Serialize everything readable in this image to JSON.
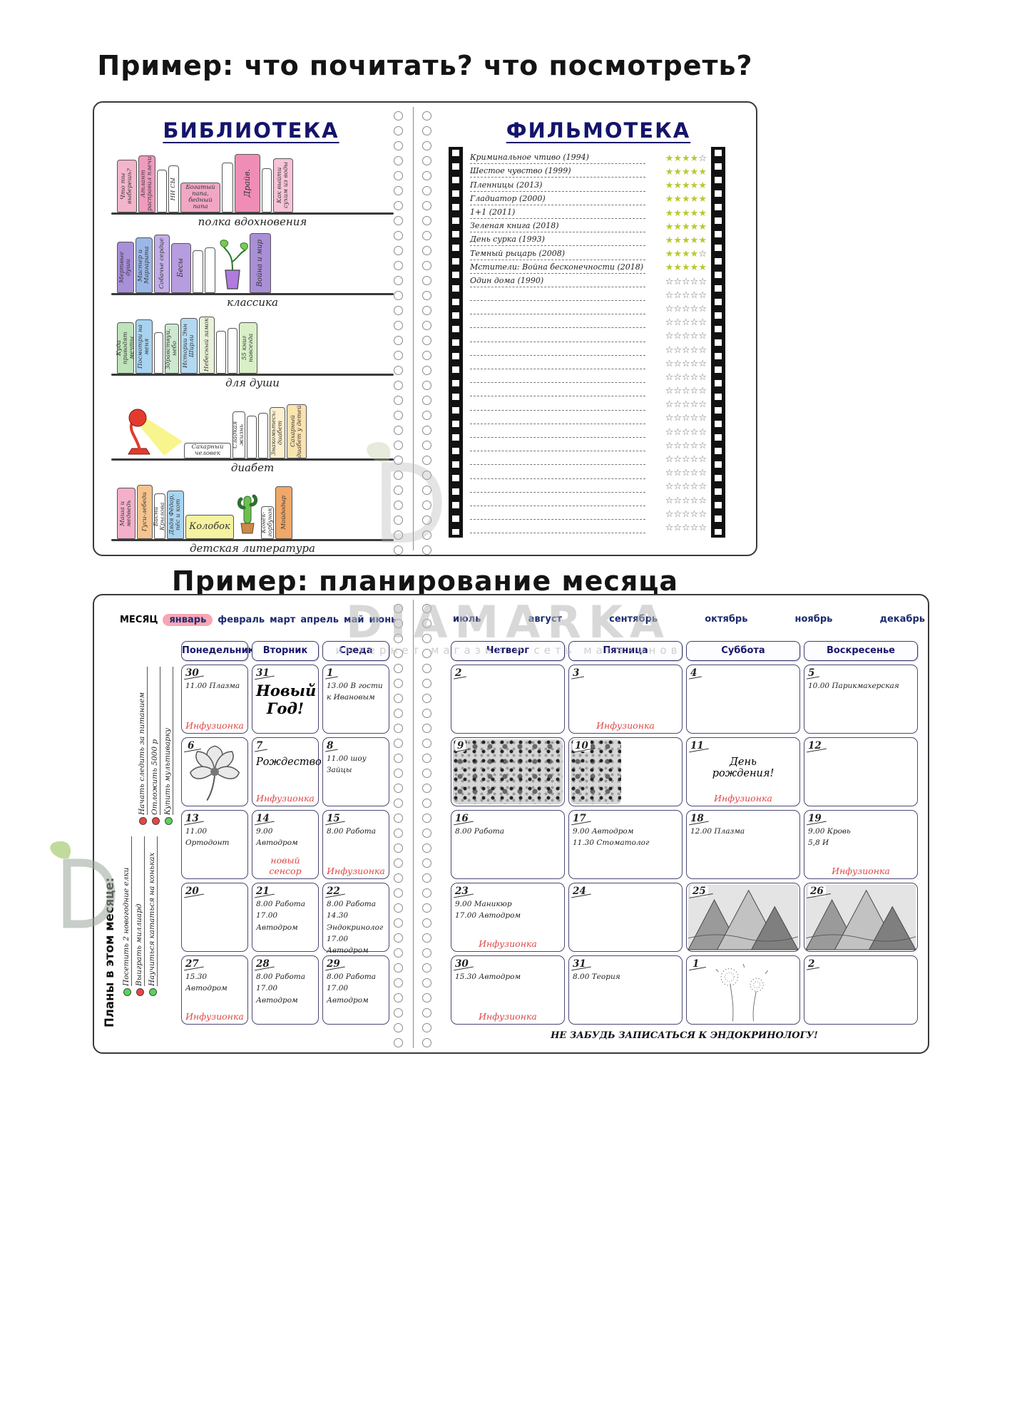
{
  "titles": {
    "reading": "Пример: что почитать? что посмотреть?",
    "planning": "Пример: планирование месяца"
  },
  "watermark": {
    "brand": "DIAMARKA",
    "caption": "интернет магазин и сеть магазинов"
  },
  "library": {
    "title": "БИБЛИОТЕКА",
    "shelves": [
      {
        "label": "полка вдохновения",
        "books": [
          {
            "t": "Что ты выберешь?",
            "c": "#f3b5cc",
            "w": 28,
            "h": 74
          },
          {
            "t": "Атлант расправил плечи",
            "c": "#ee9bbf",
            "w": 24,
            "h": 80
          },
          {
            "t": "",
            "c": "#ffffff",
            "w": 14,
            "h": 60
          },
          {
            "t": "НИ СЫ",
            "c": "#ffffff",
            "w": 15,
            "h": 66
          },
          {
            "t": "Богатый папа, бедный папа",
            "c": "#f1a6c4",
            "w": 56,
            "h": 42,
            "horizontal": true
          },
          {
            "t": "",
            "c": "#ffffff",
            "w": 16,
            "h": 70
          },
          {
            "t": "Драйв.",
            "c": "#ef8db6",
            "w": 36,
            "h": 82,
            "fs": 11
          },
          {
            "t": "",
            "c": "#ffffff",
            "w": 14,
            "h": 62
          },
          {
            "t": "Как выйти сухим из воды",
            "c": "#f6c3d8",
            "w": 28,
            "h": 76
          }
        ]
      },
      {
        "label": "классика",
        "books": [
          {
            "t": "Мертвые души",
            "c": "#a88fd8",
            "w": 24,
            "h": 72
          },
          {
            "t": "Мастер и Маргарита",
            "c": "#9bb7e8",
            "w": 24,
            "h": 78
          },
          {
            "t": "Собачье сердце",
            "c": "#c3aee8",
            "w": 22,
            "h": 82
          },
          {
            "t": "Бесы",
            "c": "#b79de0",
            "w": 28,
            "h": 70,
            "fs": 10
          },
          {
            "t": "",
            "c": "#ffffff",
            "w": 15,
            "h": 60
          },
          {
            "t": "",
            "c": "#ffffff",
            "w": 15,
            "h": 64
          },
          {
            "deco": "plant"
          },
          {
            "t": "Война и мир",
            "c": "#a98fd6",
            "w": 30,
            "h": 84,
            "fs": 10
          }
        ]
      },
      {
        "label": "для души",
        "books": [
          {
            "t": "Куда приводят мечты",
            "c": "#bfe3bb",
            "w": 24,
            "h": 72
          },
          {
            "t": "Посмотри на меня",
            "c": "#a7d3f0",
            "w": 24,
            "h": 76
          },
          {
            "t": "",
            "c": "#ffffff",
            "w": 13,
            "h": 58
          },
          {
            "t": "Здравствуй, небо",
            "c": "#cde8cf",
            "w": 20,
            "h": 70
          },
          {
            "t": "Истории Энн Ширли",
            "c": "#b3d9f2",
            "w": 24,
            "h": 78
          },
          {
            "t": "Небесный замок",
            "c": "#e8f2d8",
            "w": 22,
            "h": 80
          },
          {
            "t": "",
            "c": "#ffffff",
            "w": 14,
            "h": 60
          },
          {
            "t": "",
            "c": "#ffffff",
            "w": 14,
            "h": 64
          },
          {
            "t": "55 книг навсегда",
            "c": "#d8efc8",
            "w": 26,
            "h": 72
          }
        ]
      },
      {
        "label": "диабет",
        "books": [
          {
            "deco": "lamp"
          },
          {
            "t": "Сахарный человек",
            "c": "#ffffff",
            "w": 66,
            "h": 22,
            "horizontal": true
          },
          {
            "t": "Сладкая жизнь",
            "c": "#ffffff",
            "w": 18,
            "h": 66
          },
          {
            "t": "",
            "c": "#ffffff",
            "w": 14,
            "h": 60
          },
          {
            "t": "",
            "c": "#ffffff",
            "w": 14,
            "h": 64
          },
          {
            "t": "Знакомьтесь: диабет",
            "c": "#fdf0cf",
            "w": 22,
            "h": 72
          },
          {
            "t": "Сахарный диабет у детей",
            "c": "#fbe3b0",
            "w": 28,
            "h": 76
          }
        ]
      },
      {
        "label": "детская литература",
        "books": [
          {
            "t": "Маша и медведь",
            "c": "#f3b0ca",
            "w": 26,
            "h": 72
          },
          {
            "t": "Гуси-лебеди",
            "c": "#f6c48e",
            "w": 22,
            "h": 76
          },
          {
            "t": "Басни Крылова",
            "c": "#ffffff",
            "w": 16,
            "h": 64
          },
          {
            "t": "Дядя Фёдор, пёс и кот",
            "c": "#a9d4f0",
            "w": 24,
            "h": 68
          },
          {
            "t": "Колобок",
            "c": "#f5f2a0",
            "w": 68,
            "h": 34,
            "horizontal": true,
            "fs": 13
          },
          {
            "deco": "cactus"
          },
          {
            "t": "Конёк-горбунок",
            "c": "#ffffff",
            "w": 18,
            "h": 46
          },
          {
            "t": "Мойдодыр",
            "c": "#f0a86a",
            "w": 24,
            "h": 74
          }
        ]
      }
    ]
  },
  "film": {
    "title": "ФИЛЬМОТЕКА",
    "max_stars": 5,
    "empty_rows": 18,
    "movies": [
      {
        "title": "Криминальное чтиво (1994)",
        "stars": 4
      },
      {
        "title": "Шестое чувство (1999)",
        "stars": 5
      },
      {
        "title": "Пленницы (2013)",
        "stars": 5
      },
      {
        "title": "Гладиатор (2000)",
        "stars": 5
      },
      {
        "title": "1+1 (2011)",
        "stars": 5
      },
      {
        "title": "Зеленая книга (2018)",
        "stars": 5
      },
      {
        "title": "День сурка (1993)",
        "stars": 5
      },
      {
        "title": "Темный рыцарь (2008)",
        "stars": 4
      },
      {
        "title": "Мстители: Война бесконечности (2018)",
        "stars": 5
      },
      {
        "title": "Один дома (1990)",
        "stars": 0
      }
    ]
  },
  "planner": {
    "month_word": "МЕСЯЦ",
    "months_left": [
      {
        "name": "январь",
        "selected": true
      },
      {
        "name": "февраль"
      },
      {
        "name": "март"
      },
      {
        "name": "апрель"
      },
      {
        "name": "май"
      },
      {
        "name": "июнь"
      }
    ],
    "months_right": [
      {
        "name": "июль"
      },
      {
        "name": "август"
      },
      {
        "name": "сентябрь"
      },
      {
        "name": "октябрь"
      },
      {
        "name": "ноябрь"
      },
      {
        "name": "декабрь"
      }
    ],
    "day_headers_left": [
      "Понедельник",
      "Вторник",
      "Среда"
    ],
    "day_headers_right": [
      "Четверг",
      "Пятница",
      "Суббота",
      "Воскресенье"
    ],
    "goals_title": "Планы в этом месяце:",
    "goals_top": [
      {
        "text": "Начать следить за питанием",
        "dot": "#e84545"
      },
      {
        "text": "Отложить 5000 р",
        "dot": "#e84545"
      },
      {
        "text": "Купить мультиварку",
        "dot": "#57d657"
      }
    ],
    "goals_bottom": [
      {
        "text": "Посетить 2 новогодние елки",
        "dot": "#57d657"
      },
      {
        "text": "Выиграть миллиард",
        "dot": "#e84545"
      },
      {
        "text": "Научиться кататься на коньках",
        "dot": "#57d657"
      }
    ],
    "cells_left": [
      {
        "date": "30",
        "lines": [
          "11.00 Плазма"
        ],
        "red": "Инфузионка"
      },
      {
        "date": "31",
        "big": "Новый\nГод!"
      },
      {
        "date": "1",
        "lines": [
          "13.00 В гости",
          "к Ивановым"
        ]
      },
      {
        "date": "6",
        "art": "flower"
      },
      {
        "date": "7",
        "med": "Рождество",
        "red": "Инфузионка"
      },
      {
        "date": "8",
        "lines": [
          "11.00 шоу Зайцы"
        ]
      },
      {
        "date": "13",
        "lines": [
          "11.00 Ортодонт"
        ]
      },
      {
        "date": "14",
        "lines": [
          "9.00 Автодром"
        ],
        "red": "новый сенсор"
      },
      {
        "date": "15",
        "lines": [
          "8.00 Работа"
        ],
        "red": "Инфузионка"
      },
      {
        "date": "20"
      },
      {
        "date": "21",
        "lines": [
          "8.00 Работа",
          "17.00 Автодром"
        ]
      },
      {
        "date": "22",
        "lines": [
          "8.00 Работа",
          "14.30 Эндокринолог",
          "17.00 Автодром"
        ]
      },
      {
        "date": "27",
        "lines": [
          "15.30 Автодром"
        ],
        "red": "Инфузионка"
      },
      {
        "date": "28",
        "lines": [
          "8.00 Работа",
          "17.00 Автодром"
        ]
      },
      {
        "date": "29",
        "lines": [
          "8.00 Работа",
          "17.00 Автодром"
        ]
      }
    ],
    "cells_right": [
      {
        "date": "2"
      },
      {
        "date": "3",
        "red": "Инфузионка"
      },
      {
        "date": "4"
      },
      {
        "date": "5",
        "lines": [
          "10.00 Парикмахерская"
        ]
      },
      {
        "date": "9",
        "art": "floral"
      },
      {
        "date": "10",
        "art": "floral-partial"
      },
      {
        "date": "11",
        "med": "День\nрождения!",
        "red": "Инфузионка"
      },
      {
        "date": "12"
      },
      {
        "date": "16",
        "lines": [
          "8.00 Работа"
        ]
      },
      {
        "date": "17",
        "lines": [
          "9.00 Автодром",
          "11.30 Стоматолог"
        ]
      },
      {
        "date": "18",
        "lines": [
          "12.00 Плазма"
        ]
      },
      {
        "date": "19",
        "lines": [
          "9.00 Кровь",
          "5,8 И"
        ],
        "red": "Инфузионка"
      },
      {
        "date": "23",
        "lines": [
          "9.00 Маникюр",
          "17.00 Автодром"
        ],
        "red": "Инфузионка"
      },
      {
        "date": "24"
      },
      {
        "date": "25",
        "art": "mountains"
      },
      {
        "date": "26",
        "art": "mountains"
      },
      {
        "date": "30",
        "lines": [
          "15.30 Автодром"
        ],
        "red": "Инфузионка"
      },
      {
        "date": "31",
        "lines": [
          "8.00 Теория"
        ]
      },
      {
        "date": "1",
        "art": "dandelion"
      },
      {
        "date": "2"
      }
    ],
    "footer_note": "НЕ ЗАБУДЬ ЗАПИСАТЬСЯ К ЭНДОКРИНОЛОГУ!"
  }
}
